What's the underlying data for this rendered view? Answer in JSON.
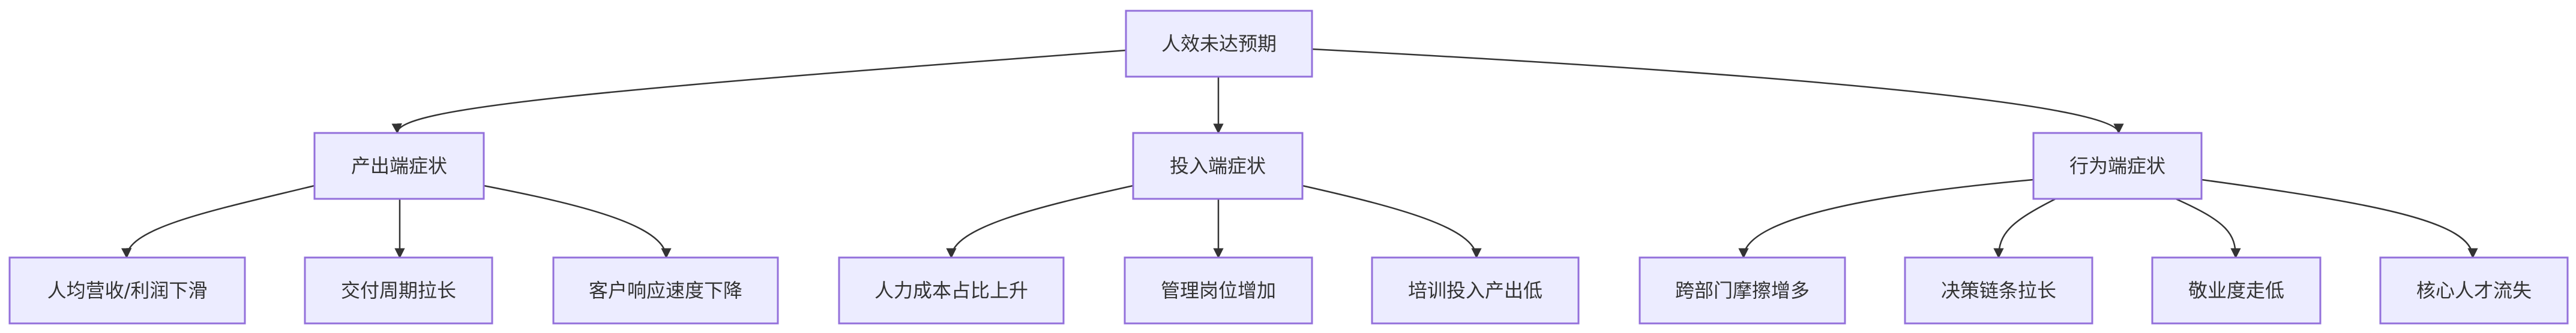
{
  "diagram": {
    "type": "tree",
    "root": {
      "id": "root",
      "label": "人效未达预期"
    },
    "categories": [
      {
        "id": "output",
        "label": "产出端症状",
        "children": [
          {
            "id": "output-1",
            "label": "人均营收/利润下滑"
          },
          {
            "id": "output-2",
            "label": "交付周期拉长"
          },
          {
            "id": "output-3",
            "label": "客户响应速度下降"
          }
        ]
      },
      {
        "id": "input",
        "label": "投入端症状",
        "children": [
          {
            "id": "input-1",
            "label": "人力成本占比上升"
          },
          {
            "id": "input-2",
            "label": "管理岗位增加"
          },
          {
            "id": "input-3",
            "label": "培训投入产出低"
          }
        ]
      },
      {
        "id": "behavior",
        "label": "行为端症状",
        "children": [
          {
            "id": "behavior-1",
            "label": "跨部门摩擦增多"
          },
          {
            "id": "behavior-2",
            "label": "决策链条拉长"
          },
          {
            "id": "behavior-3",
            "label": "敬业度走低"
          },
          {
            "id": "behavior-4",
            "label": "核心人才流失"
          }
        ]
      }
    ],
    "colors": {
      "node_fill": "#ececff",
      "node_border": "#9370db",
      "edge": "#333333",
      "text": "#333333"
    }
  }
}
